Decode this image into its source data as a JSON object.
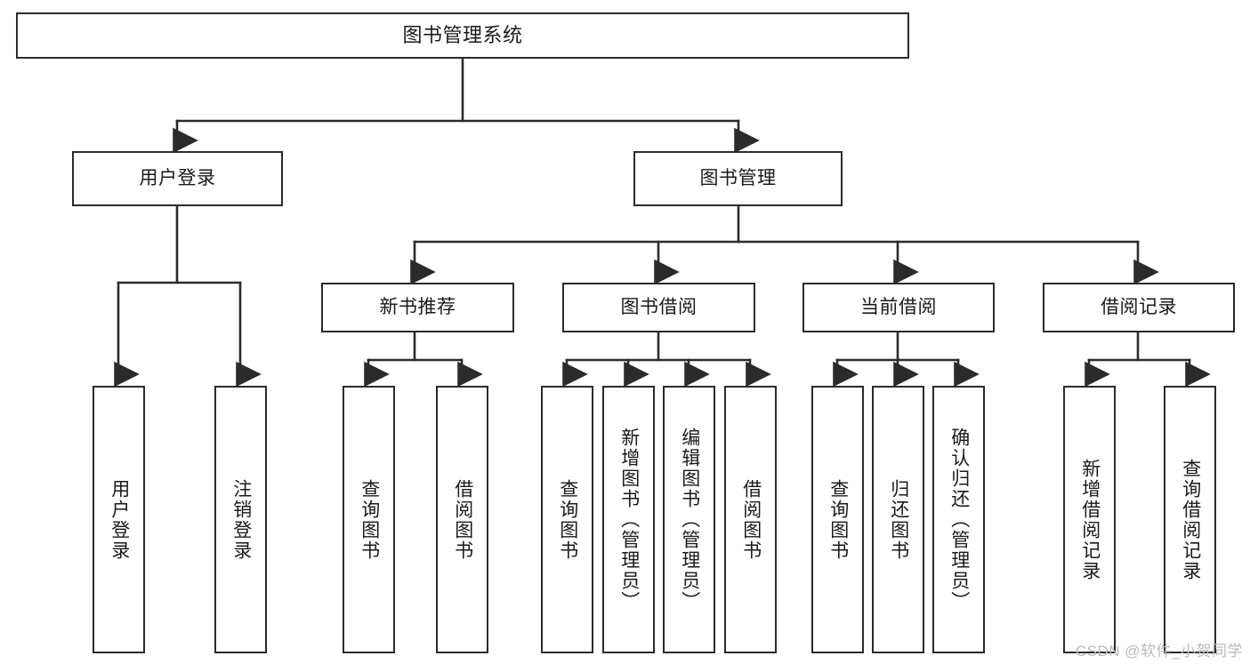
{
  "diagram": {
    "type": "hierarchy-tree",
    "title": "图书管理系统",
    "orientation": "top-down",
    "levels": 4,
    "nodes": {
      "root": {
        "label": "图书管理系统",
        "level": 1,
        "text_direction": "horizontal"
      },
      "user_login": {
        "label": "用户登录",
        "level": 2,
        "text_direction": "horizontal"
      },
      "book_manage": {
        "label": "图书管理",
        "level": 2,
        "text_direction": "horizontal"
      },
      "new_book_rec": {
        "label": "新书推荐",
        "level": 3,
        "text_direction": "horizontal"
      },
      "book_borrow": {
        "label": "图书借阅",
        "level": 3,
        "text_direction": "horizontal"
      },
      "current_borrow": {
        "label": "当前借阅",
        "level": 3,
        "text_direction": "horizontal"
      },
      "borrow_record": {
        "label": "借阅记录",
        "level": 3,
        "text_direction": "horizontal"
      },
      "leaf_user_login": {
        "label": "用户登录",
        "level": 4,
        "text_direction": "vertical"
      },
      "leaf_logout": {
        "label": "注销登录",
        "level": 4,
        "text_direction": "vertical"
      },
      "leaf_query_book_a": {
        "label": "查询图书",
        "level": 4,
        "text_direction": "vertical"
      },
      "leaf_borrow_book_a": {
        "label": "借阅图书",
        "level": 4,
        "text_direction": "vertical"
      },
      "leaf_query_book_b": {
        "label": "查询图书",
        "level": 4,
        "text_direction": "vertical"
      },
      "leaf_add_book": {
        "label": "新增图书（管理员）",
        "level": 4,
        "text_direction": "vertical"
      },
      "leaf_edit_book": {
        "label": "编辑图书（管理员）",
        "level": 4,
        "text_direction": "vertical"
      },
      "leaf_borrow_book_b": {
        "label": "借阅图书",
        "level": 4,
        "text_direction": "vertical"
      },
      "leaf_query_book_c": {
        "label": "查询图书",
        "level": 4,
        "text_direction": "vertical"
      },
      "leaf_return_book": {
        "label": "归还图书",
        "level": 4,
        "text_direction": "vertical"
      },
      "leaf_confirm_return": {
        "label": "确认归还（管理员）",
        "level": 4,
        "text_direction": "vertical"
      },
      "leaf_add_record": {
        "label": "新增借阅记录",
        "level": 4,
        "text_direction": "vertical"
      },
      "leaf_query_record": {
        "label": "查询借阅记录",
        "level": 4,
        "text_direction": "vertical"
      }
    },
    "edges": [
      {
        "from": "root",
        "to": "user_login"
      },
      {
        "from": "root",
        "to": "book_manage"
      },
      {
        "from": "book_manage",
        "to": "new_book_rec"
      },
      {
        "from": "book_manage",
        "to": "book_borrow"
      },
      {
        "from": "book_manage",
        "to": "current_borrow"
      },
      {
        "from": "book_manage",
        "to": "borrow_record"
      },
      {
        "from": "user_login",
        "to": "leaf_user_login"
      },
      {
        "from": "user_login",
        "to": "leaf_logout"
      },
      {
        "from": "new_book_rec",
        "to": "leaf_query_book_a"
      },
      {
        "from": "new_book_rec",
        "to": "leaf_borrow_book_a"
      },
      {
        "from": "book_borrow",
        "to": "leaf_query_book_b"
      },
      {
        "from": "book_borrow",
        "to": "leaf_add_book"
      },
      {
        "from": "book_borrow",
        "to": "leaf_edit_book"
      },
      {
        "from": "book_borrow",
        "to": "leaf_borrow_book_b"
      },
      {
        "from": "current_borrow",
        "to": "leaf_query_book_c"
      },
      {
        "from": "current_borrow",
        "to": "leaf_return_book"
      },
      {
        "from": "current_borrow",
        "to": "leaf_confirm_return"
      },
      {
        "from": "borrow_record",
        "to": "leaf_add_record"
      },
      {
        "from": "borrow_record",
        "to": "leaf_query_record"
      }
    ],
    "colors": {
      "box_border": "#2b2b2b",
      "box_fill": "#ffffff",
      "connector": "#2b2b2b",
      "text": "#1a1a1a",
      "background": "#ffffff",
      "watermark": "#b9b9b9"
    }
  },
  "watermark": {
    "text": "CSDN @软件_小贺同学"
  }
}
